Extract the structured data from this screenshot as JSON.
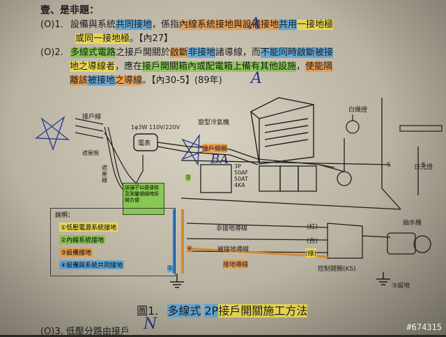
{
  "section_heading": "壹、是非題：",
  "q1": {
    "answer": "(O)1.",
    "line1_parts": [
      "設備與系統",
      "共同接地",
      "，係指",
      "內線系統接地與設備接地",
      "共用",
      "一接地極"
    ],
    "line2_parts": [
      "或同一接地極",
      "。【內27】"
    ]
  },
  "q2": {
    "answer": "(O)2.",
    "line1_parts": [
      "多線式電路",
      "之接戶開關於",
      "啟斷",
      "非接地",
      "諸導線，而",
      "不能同時啟斷被接"
    ],
    "line2_parts": [
      "地之導線者",
      "，應在",
      "接戶開關箱內或配電箱上備有其他設施",
      "，",
      "使能隔"
    ],
    "line3_parts": [
      "離該",
      "被接地",
      "之導線",
      "。【內30-5】(89年)"
    ]
  },
  "handwriting": {
    "mark_a1": "A",
    "mark_a2": "A",
    "mark_ba": "BA",
    "mark_n": "N"
  },
  "diagram": {
    "label_service_line": "接戶線",
    "label_eave_hook": "遮屋鉤",
    "label_side": "遮屋線",
    "label_supply": "1φ3W 110V/220V",
    "label_meter": "電表",
    "label_ac": "窗型冷氣機",
    "label_service_switch": "接戶開關",
    "label_breaker1": "3P",
    "label_breaker2": "50AF",
    "label_breaker3": "50AT",
    "label_breaker4": "4KA",
    "label_lamp": "白熾燈",
    "label_fluorescent": "日光燈",
    "label_s1": "S",
    "label_s2": "S",
    "label_pump": "抽水機",
    "label_nonground": "非接地導線",
    "label_grounded": "被接地導線",
    "label_ground_conductor": "接地導線",
    "label_red": "(紅)",
    "label_white": "(白)",
    "label_green": "(綠)",
    "label_control_switch": "控制開關(KS)",
    "label_ground3": "③設地",
    "note_box": "該端子以便運檢及測量絕緣時拆開方便",
    "num_2": "②",
    "num_4": "④",
    "num_1": "①",
    "num_3": "③"
  },
  "legend": {
    "title": "說明：",
    "items": [
      "①低壓電源系統接地",
      "②內線系統接地",
      "③設備接地",
      "④設備與系統共同接地"
    ]
  },
  "figure_caption_parts": [
    "圖1.",
    "多線式",
    "2P",
    "接戶開關施工方法"
  ],
  "q3_partial": "(O)3.  低壓分路由接戶",
  "watermark": "#674315"
}
